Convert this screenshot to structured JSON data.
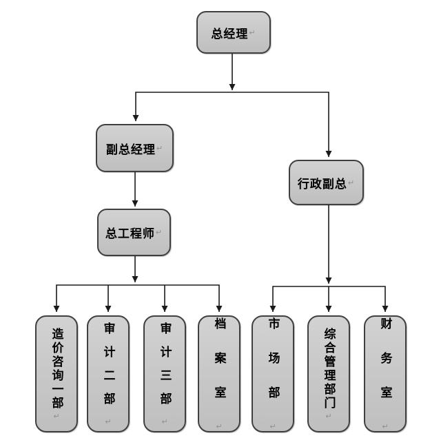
{
  "diagram": {
    "type": "org-chart",
    "marks": {
      "paragraph": "↵"
    },
    "colors": {
      "node_fill": "#c9c9c9",
      "node_border": "#3f3f3f",
      "connector": "#1a1a1a",
      "background": "#ffffff",
      "paragraph_mark": "#8f8f8f"
    },
    "hierarchy": {
      "label": "总经理",
      "children": [
        {
          "label": "副总经理",
          "children": [
            {
              "label": "总工程师",
              "children": [
                {
                  "label": "造价咨询一部"
                },
                {
                  "label": "审计二部"
                },
                {
                  "label": "审计三部"
                },
                {
                  "label": "档案室"
                }
              ]
            }
          ]
        },
        {
          "label": "行政副总",
          "children": [
            {
              "label": "市场部"
            },
            {
              "label": "综合管理部门"
            },
            {
              "label": "财务室"
            }
          ]
        }
      ]
    }
  }
}
